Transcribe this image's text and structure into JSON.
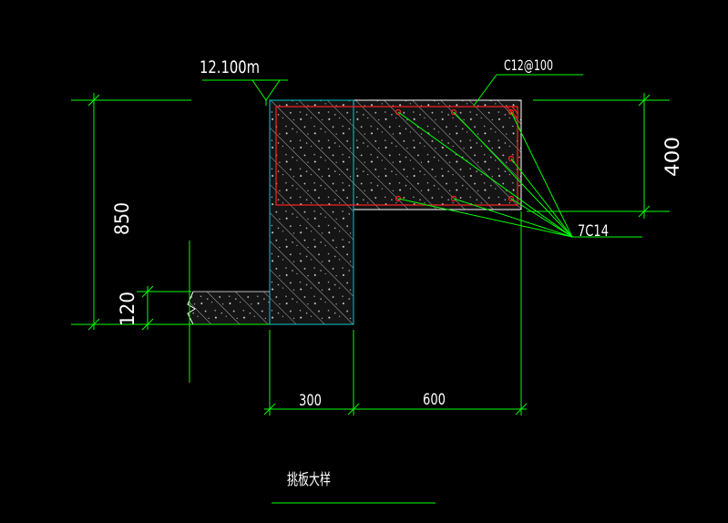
{
  "colors": {
    "background": "#000000",
    "dimension_lines": "#00ff00",
    "section_outline": "#00c8c8",
    "rebar_outline": "#ff0000",
    "concrete_outline": "#ffffff",
    "text": "#ffffff"
  },
  "labels": {
    "elevation": "12.100m",
    "top_rebar": "C12@100",
    "bundle_rebar": "7C14",
    "title": "挑板大样"
  },
  "dimensions": {
    "total_height": "850",
    "slab_thickness": "120",
    "beam_depth": "400",
    "wall_width": "300",
    "cantilever_width": "600"
  }
}
